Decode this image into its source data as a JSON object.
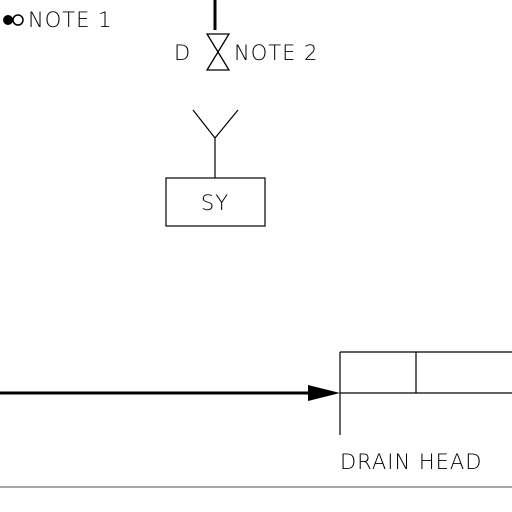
{
  "labels": {
    "note1": "NOTE 1",
    "d_tag": "D",
    "note2": "NOTE 2",
    "sy_box": "SY",
    "drain_header": "DRAIN HEAD"
  },
  "colors": {
    "line": "#000000",
    "divider": "#888888",
    "background": "#ffffff"
  }
}
